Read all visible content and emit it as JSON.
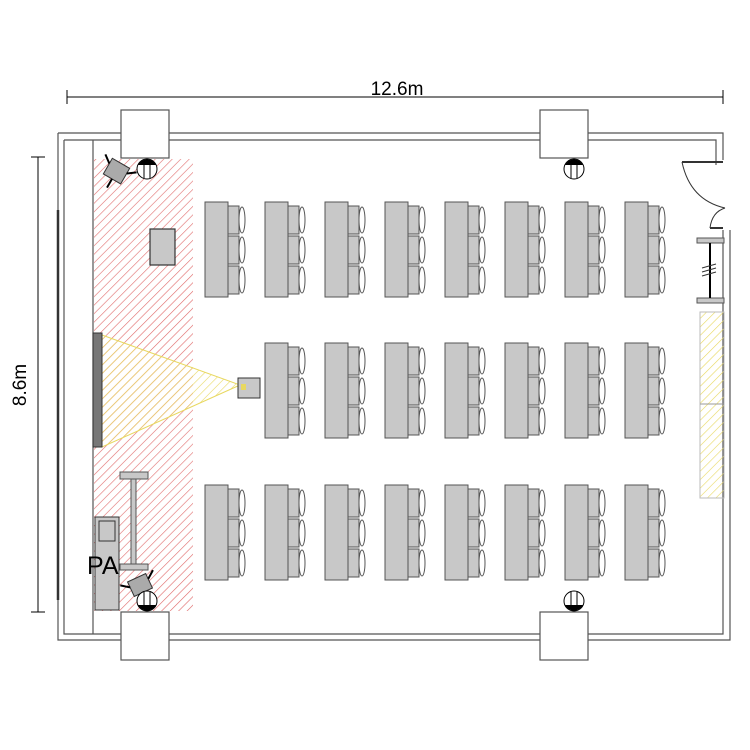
{
  "dimensions": {
    "width_label": "12.6m",
    "height_label": "8.6m"
  },
  "equipment": {
    "pa_label": "PA"
  },
  "seating": {
    "rows": [
      {
        "tables": 8,
        "chairs_per_table": 3
      },
      {
        "tables": 7,
        "chairs_per_table": 3
      },
      {
        "tables": 8,
        "chairs_per_table": 3
      }
    ]
  },
  "colors": {
    "stage_hatch": "#e06060",
    "projection": "#f0e060",
    "furniture": "#c8c8c8",
    "wall": "#555555"
  }
}
